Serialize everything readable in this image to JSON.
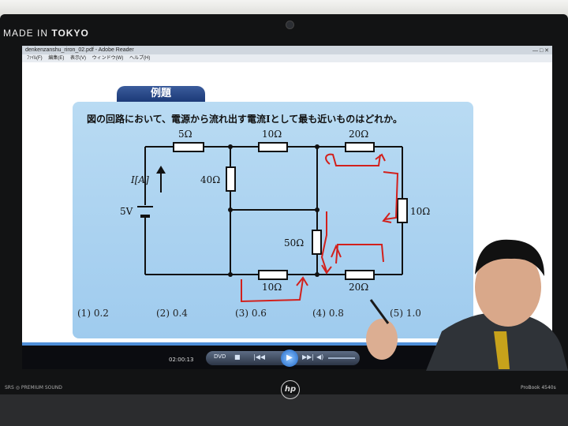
{
  "laptop": {
    "made_in_prefix": "MADE IN ",
    "made_in_brand": "TOKYO",
    "speaker_label": "SRS ◎ PREMIUM SOUND",
    "brand_logo": "hp",
    "model": "ProBook 4540s"
  },
  "window": {
    "title": "denkenzanshu_riron_02.pdf - Adobe Reader",
    "controls": "— □ ✕",
    "menu": [
      "ﾌｧｲﾙ(F)",
      "編集(E)",
      "表示(V)",
      "ウィンドウ(W)",
      "ヘルプ(H)"
    ]
  },
  "slide": {
    "label": "例題",
    "question": "図の回路において、電源から流れ出す電流Iとして最も近いものはどれか。",
    "circuit": {
      "current_label": "I[A]",
      "source_label": "5V",
      "resistors": {
        "top_left": "5Ω",
        "top_mid": "10Ω",
        "top_right": "20Ω",
        "vert_left": "40Ω",
        "vert_mid": "50Ω",
        "vert_right": "10Ω",
        "bottom_mid": "10Ω",
        "bottom_right": "20Ω"
      }
    },
    "answers": [
      "(1) 0.2",
      "(2) 0.4",
      "(3) 0.6",
      "(4) 0.8",
      "(5) 1.0"
    ]
  },
  "player": {
    "time": "02:00:13",
    "mode": "DVD",
    "progress": 0.87,
    "buttons": {
      "stop": "■",
      "prev": "|◀◀",
      "play": "▶",
      "next": "▶▶|",
      "volume": "◀)"
    }
  },
  "colors": {
    "panel": "#a9d2f0",
    "label_tab": "#2a4a8a",
    "annotation": "#d2201c",
    "wire": "#111111"
  }
}
